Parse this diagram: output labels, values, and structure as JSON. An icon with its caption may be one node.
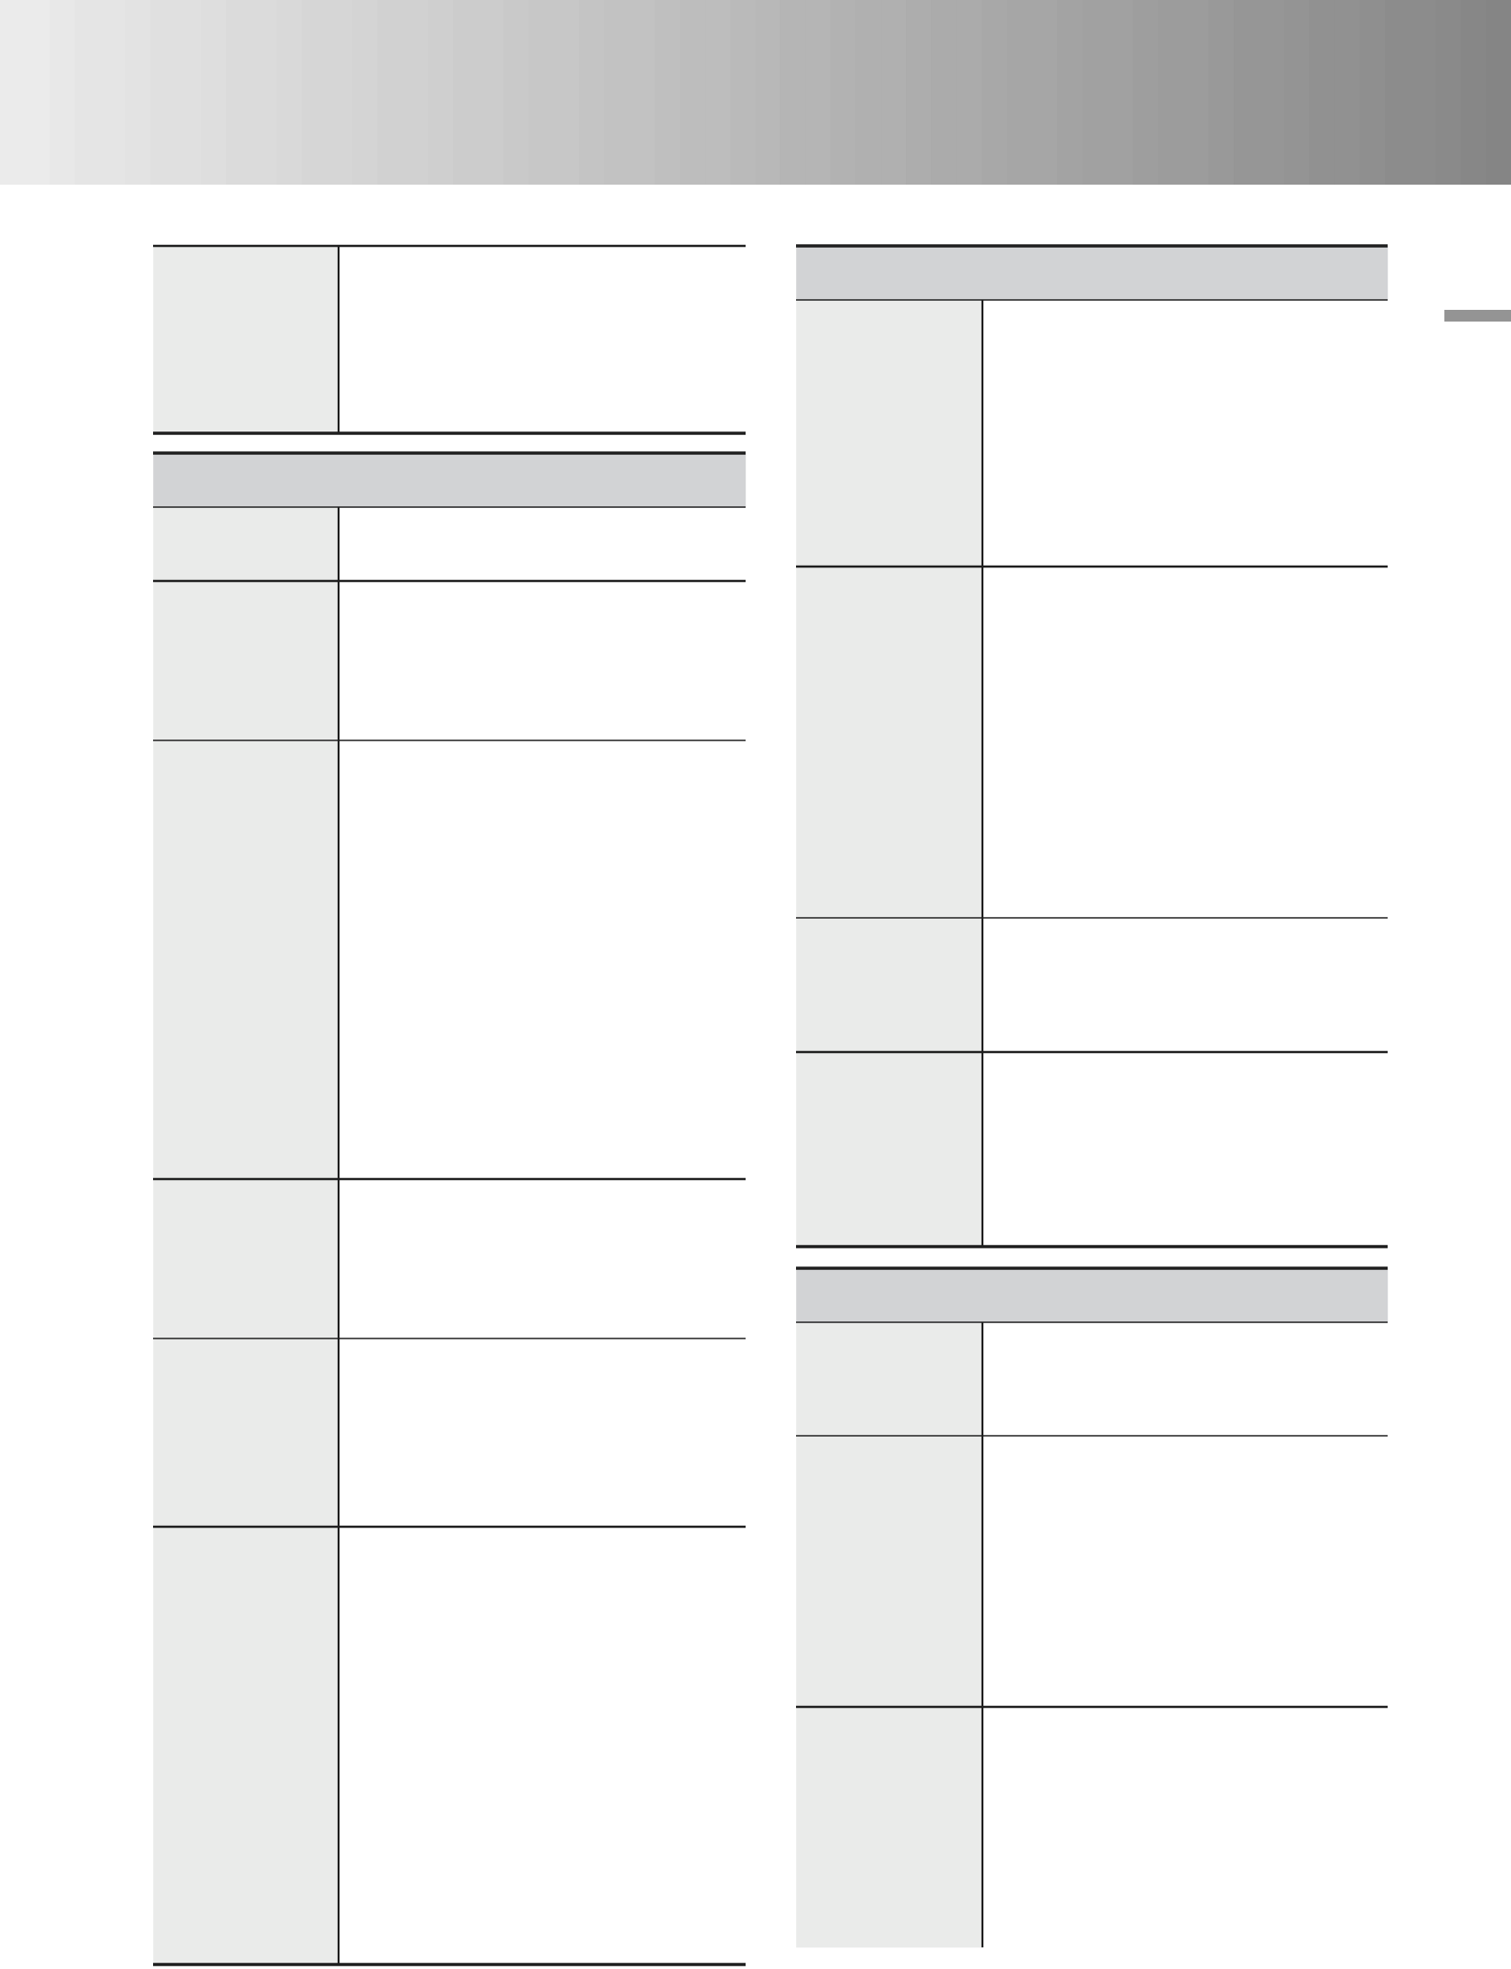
{
  "diagram": {
    "nodes": [
      {
        "text": [],
        "shape": "box"
      },
      {
        "text": [],
        "shape": "bar"
      },
      {
        "text": [],
        "shape": "box"
      },
      {
        "text": [],
        "shape": "box"
      },
      {
        "text": [],
        "shape": "box"
      },
      {
        "text": [],
        "shape": "box"
      },
      {
        "text": [],
        "shape": "box"
      },
      {
        "text": [],
        "shape": "box"
      },
      {
        "text": [],
        "shape": "bar"
      },
      {
        "text": [],
        "shape": "box"
      },
      {
        "text": [],
        "shape": "box"
      },
      {
        "text": [],
        "shape": "box"
      },
      {
        "text": [],
        "shape": "box"
      },
      {
        "text": [],
        "shape": "bar"
      },
      {
        "text": [],
        "shape": "box"
      },
      {
        "text": [],
        "shape": "box"
      },
      {
        "text": [],
        "shape": "box"
      }
    ]
  }
}
